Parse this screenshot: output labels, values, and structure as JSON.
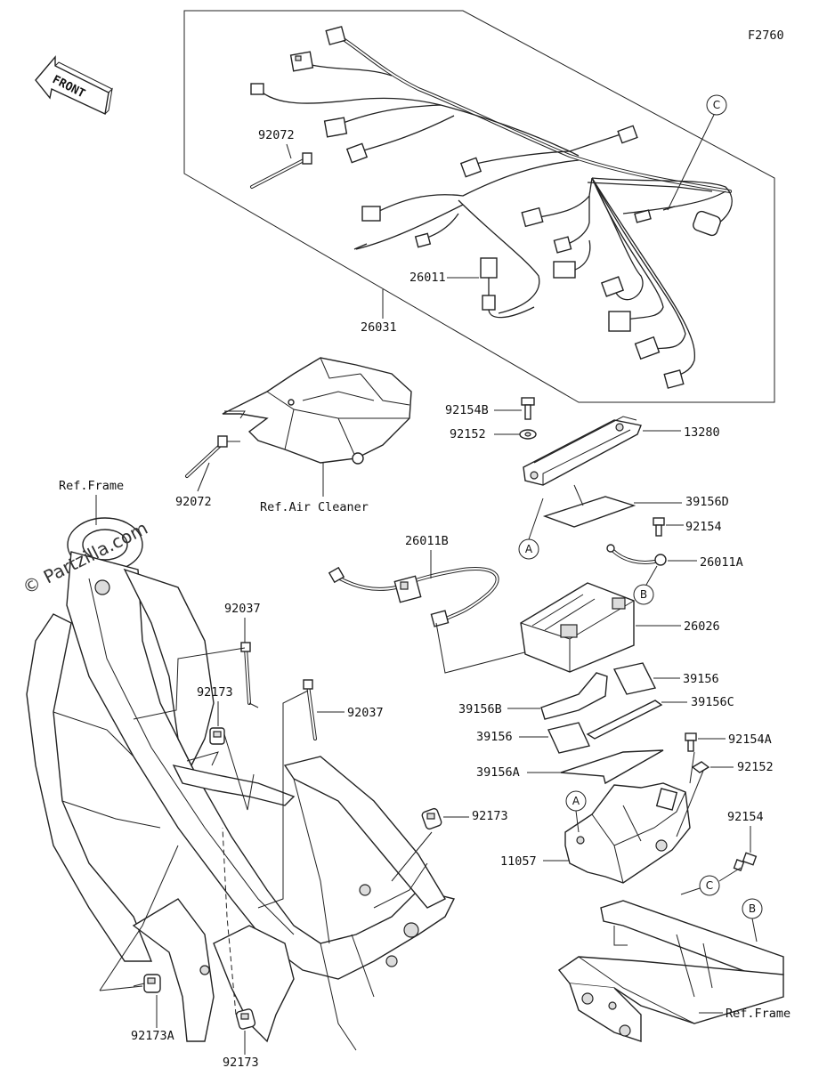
{
  "figure_code": "F2760",
  "front_label": "FRONT",
  "watermark": "© Partzilla.com",
  "callouts": {
    "a": "A",
    "b": "B",
    "c": "C"
  },
  "parts": {
    "p26031": "26031",
    "p26011": "26011",
    "p92072_top": "92072",
    "p92072_mid": "92072",
    "p92154B": "92154B",
    "p92152_top": "92152",
    "p13280": "13280",
    "p39156D": "39156D",
    "p92154_top": "92154",
    "p26011A": "26011A",
    "p26011B": "26011B",
    "p26026": "26026",
    "p39156_right": "39156",
    "p39156B": "39156B",
    "p39156C": "39156C",
    "p39156_left": "39156",
    "p92154A": "92154A",
    "p39156A": "39156A",
    "p92152_bottom": "92152",
    "p92154_bottom": "92154",
    "p11057": "11057",
    "p92037_top": "92037",
    "p92037_mid": "92037",
    "p92173_left": "92173",
    "p92173_mid": "92173",
    "p92173A": "92173A",
    "p92173_bottom": "92173"
  },
  "references": {
    "frame_top": "Ref.Frame",
    "air_cleaner": "Ref.Air Cleaner",
    "frame_bottom": "Ref.Frame"
  }
}
